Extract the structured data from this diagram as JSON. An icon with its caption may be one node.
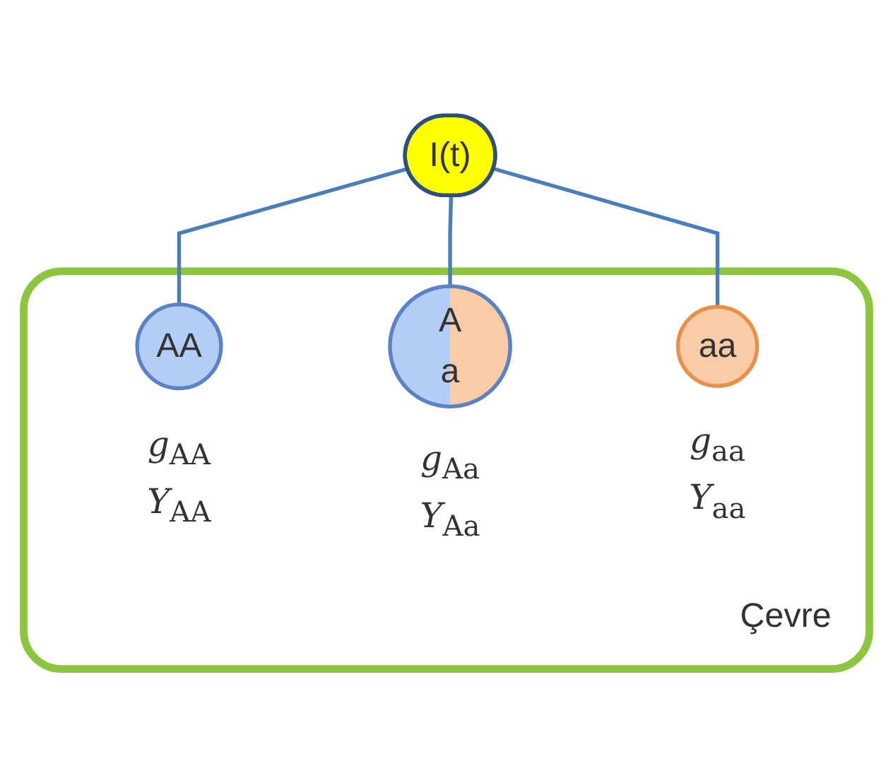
{
  "diagram": {
    "nodes": [
      {
        "text": [
          "I(t)"
        ]
      },
      {
        "text": [
          "Çevre"
        ]
      },
      {
        "text": [
          "AA"
        ],
        "in": 1,
        "beside": [
          "*g*$_{AA}$ *Y*$_{AA}$"
        ]
      },
      {
        "text": [
          "A",
          "a"
        ],
        "in": 1,
        "beside": [
          "*g*$_{Aa}$ *Y*$_{Aa}$"
        ]
      },
      {
        "text": [
          "aa"
        ],
        "in": 1,
        "beside": [
          "*g*$_{aa}$ *Y*$_{aa}$"
        ]
      }
    ],
    "edges": [
      {
        "from": 0,
        "to": 2,
        "arrow": "none"
      },
      {
        "from": 0,
        "to": 3,
        "arrow": "none"
      },
      {
        "from": 0,
        "to": 4,
        "arrow": "none"
      }
    ]
  }
}
